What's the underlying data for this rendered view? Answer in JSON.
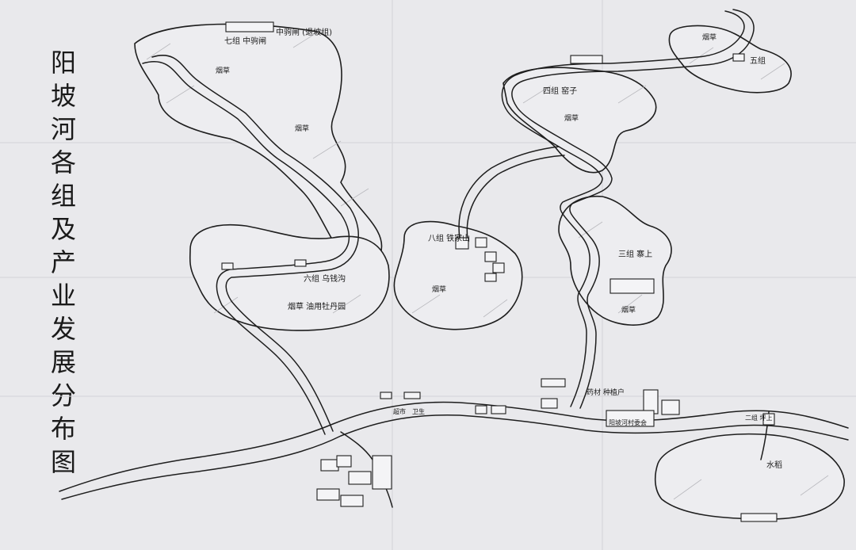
{
  "title": "阳坡河各组及产业发展分布图",
  "colors": {
    "paper": "#e9e9ec",
    "zone_fill": "#ededf0",
    "ink": "#1e1e1e"
  },
  "labels": {
    "group7": "七组 中驹闸",
    "group7_b": "中驹闸 (退坡组)",
    "tobacco_nw": "烟草",
    "tobacco_nw2": "烟草",
    "group6": "六组 乌钱沟",
    "group6_b": "烟草 油用牡丹园",
    "group8": "八组 铁家山",
    "tobacco_mid": "烟草",
    "group4": "四组 窑子",
    "tobacco_ne": "烟草",
    "tobacco_ne_top": "烟草",
    "group5": "五组",
    "group3": "三组 寨上",
    "tobacco_e": "烟草",
    "medicine": "药材 种植户",
    "town": "阳坡河村委会",
    "group2": "二组 坪上",
    "water": "水稻",
    "shop1": "超市",
    "shop2": "卫生"
  }
}
